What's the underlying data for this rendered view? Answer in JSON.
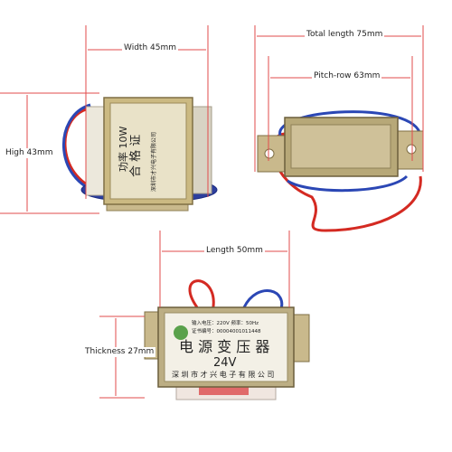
{
  "dimensions": {
    "width": "Width 45mm",
    "total_length": "Total length 75mm",
    "pitch_row": "Pitch-row 63mm",
    "high": "High 43mm",
    "length": "Length 50mm",
    "thickness": "Thickness 27mm"
  },
  "label_plate": {
    "input_voltage": "输入电压：220V 频率：50Hz",
    "cert_no": "证书编号：00004001011448",
    "product_name": "电 源 变 压 器",
    "output_voltage": "24V",
    "manufacturer": "深 圳 市 才 兴 电 子 有 限 公 司"
  },
  "side_plate": {
    "certificate": "合 格 证",
    "power": "功率 10W",
    "manufacturer": "深圳市才兴电子有限公司"
  },
  "colors": {
    "dim_line": "#e24b4b",
    "wire_red": "#d42a22",
    "wire_blue": "#2b47b5",
    "metal": "#b9a56a"
  }
}
